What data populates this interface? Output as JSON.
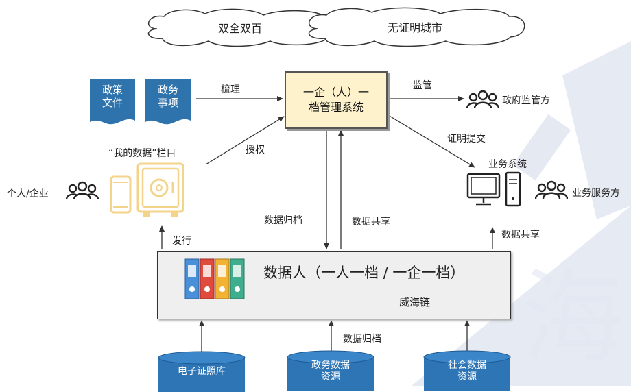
{
  "clouds": [
    {
      "label": "双全双百"
    },
    {
      "label": "无证明城市"
    }
  ],
  "docs": [
    {
      "line1": "政策",
      "line2": "文件"
    },
    {
      "line1": "政务",
      "line2": "事项"
    }
  ],
  "labels": {
    "sort": "梳理",
    "supervise": "监管",
    "gov_supervisor": "政府监管方",
    "my_data_column": "“我的数据”栏目",
    "authorize": "授权",
    "proof_submit": "证明提交",
    "business_system": "业务系统",
    "individual_enterprise": "个人/企业",
    "business_provider": "业务服务方",
    "data_archive_center": "数据归档",
    "data_share_center": "数据共享",
    "issue": "发行",
    "data_share_right": "数据共享",
    "data_archive_bottom": "数据归档"
  },
  "system": {
    "line1": "一企（人）一",
    "line2": "档管理系统"
  },
  "data_person": {
    "title": "数据人（一人一档 / 一企一档）",
    "chain": "威海链"
  },
  "databases": [
    {
      "line1": "电子证照库",
      "line2": ""
    },
    {
      "line1": "政务数据",
      "line2": "资源"
    },
    {
      "line1": "社会数据",
      "line2": "资源"
    }
  ],
  "watermark": {
    "text": "海"
  },
  "colors": {
    "box_fill": "#fdf2cc",
    "doc_blue": "#2f73ad",
    "cyl_blue": "#2e75b6",
    "folder_colors": [
      "#4a90d9",
      "#e04b3d",
      "#f2b233",
      "#3fae8e"
    ],
    "icon_gold": "#f3d48a"
  }
}
